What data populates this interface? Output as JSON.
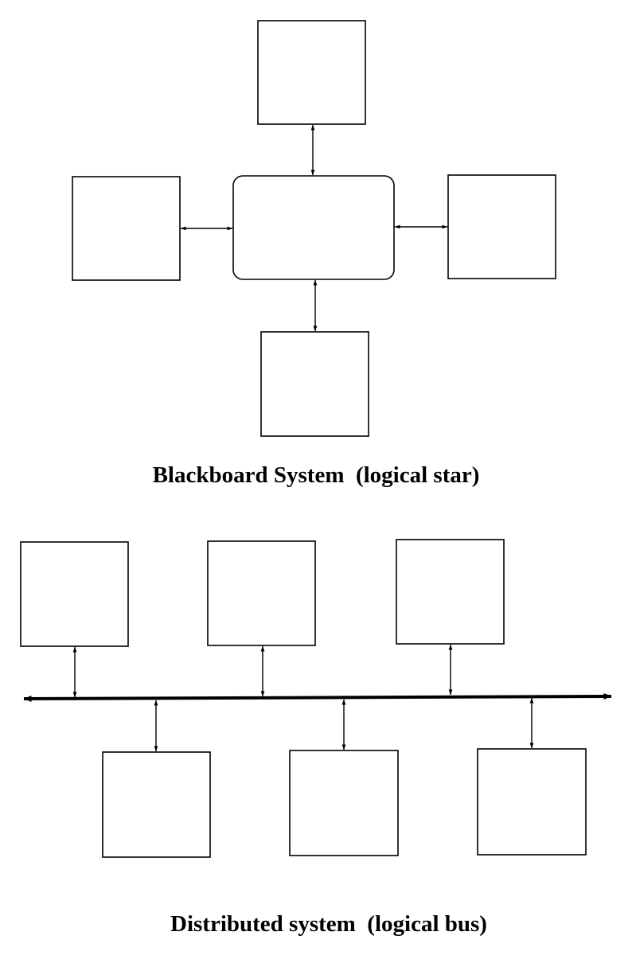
{
  "blackboard": {
    "caption": "Blackboard System  (logical star)",
    "node_count": 4,
    "center_shape": "rounded-rectangle",
    "connection": "bidirectional"
  },
  "distributed": {
    "caption": "Distributed system  (logical bus)",
    "nodes_above_bus": 3,
    "nodes_below_bus": 3,
    "connection": "bidirectional",
    "bus_ends": "bidirectional"
  }
}
